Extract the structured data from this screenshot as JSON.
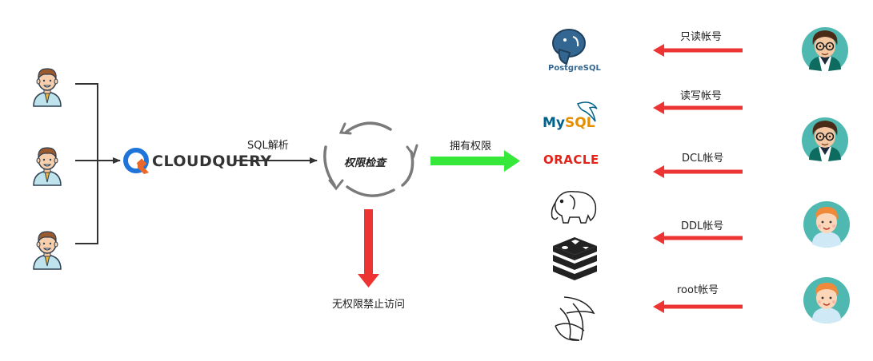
{
  "product": {
    "name": "CLOUDQUERY",
    "brand_color": "#1e74d9",
    "accent_color": "#e8672a"
  },
  "flow": {
    "parse_label": "SQL解析",
    "check_label": "权限检查",
    "granted_label": "拥有权限",
    "denied_label": "无权限禁止访问"
  },
  "databases": [
    {
      "name": "PostgreSQL",
      "icon": "postgresql-elephant-icon"
    },
    {
      "name": "MySQL",
      "icon": "mysql-dolphin-icon"
    },
    {
      "name": "ORACLE",
      "icon": "oracle-logo"
    },
    {
      "name": "Hadoop",
      "icon": "hadoop-elephant-icon"
    },
    {
      "name": "Redis",
      "icon": "redis-stack-icon"
    },
    {
      "name": "SQL Server",
      "icon": "sqlserver-logo-icon"
    }
  ],
  "accounts": [
    {
      "label": "只读帐号"
    },
    {
      "label": "读写帐号"
    },
    {
      "label": "DCL帐号"
    },
    {
      "label": "DDL帐号"
    },
    {
      "label": "root帐号"
    }
  ],
  "colors": {
    "connector": "#333333",
    "granted_arrow": "#35e83a",
    "denied_arrow": "#ee3333",
    "account_arrow": "#ee3333",
    "avatar_teal": "#4fb8b0",
    "oracle_red": "#e2231a",
    "mysql_blue": "#00618a",
    "mysql_orange": "#e48e00",
    "postgres_blue": "#336791"
  }
}
